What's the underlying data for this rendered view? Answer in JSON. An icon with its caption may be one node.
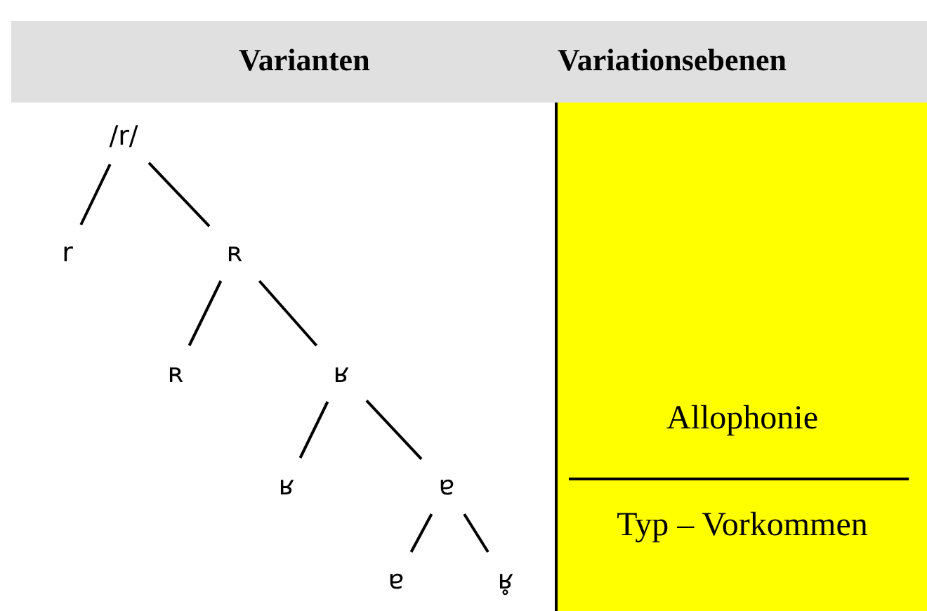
{
  "diagram": {
    "nodes": [
      {
        "text": [
          "/r/"
        ]
      },
      {
        "text": [
          "r"
        ]
      },
      {
        "text": [
          "ʀ"
        ]
      },
      {
        "text": [
          "ʀ"
        ]
      },
      {
        "text": [
          "ʁ"
        ]
      },
      {
        "text": [
          "ʁ"
        ]
      },
      {
        "text": [
          "ɐ"
        ]
      },
      {
        "text": [
          "ɐ"
        ]
      },
      {
        "text": [
          "ʁ̥"
        ]
      },
      {
        "text": [
          "Allophonie",
          "Typ – Vorkommen"
        ]
      }
    ],
    "edges": [
      {
        "from": 0,
        "to": 1,
        "arrow": "none"
      },
      {
        "from": 0,
        "to": 2,
        "arrow": "none"
      },
      {
        "from": 2,
        "to": 3,
        "arrow": "none"
      },
      {
        "from": 2,
        "to": 4,
        "arrow": "none"
      },
      {
        "from": 4,
        "to": 5,
        "arrow": "none"
      },
      {
        "from": 4,
        "to": 6,
        "arrow": "none"
      },
      {
        "from": 6,
        "to": 7,
        "arrow": "none"
      },
      {
        "from": 6,
        "to": 8,
        "arrow": "none"
      }
    ],
    "labels": [
      "Varianten",
      "Variationsebenen"
    ]
  }
}
